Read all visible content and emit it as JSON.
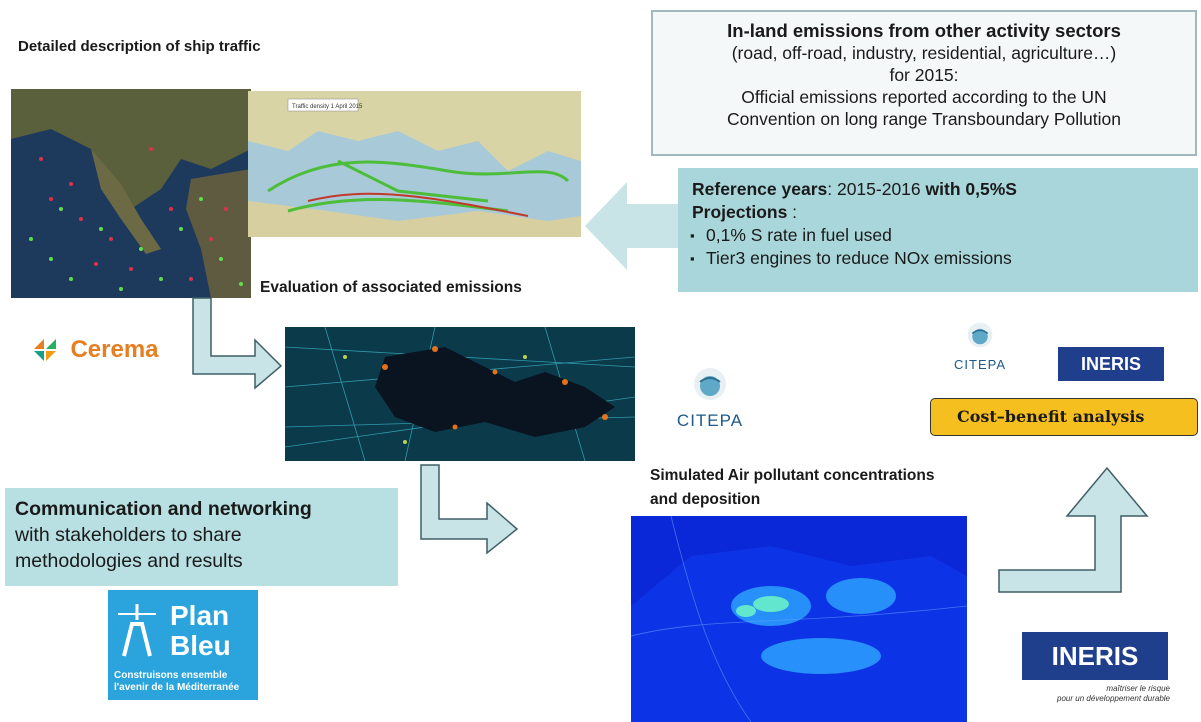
{
  "headings": {
    "ship_traffic": "Detailed description of ship traffic",
    "emissions": "Evaluation of associated emissions",
    "simulated": "Simulated Air pollutant concentrations",
    "simulated2": "and deposition"
  },
  "inland": {
    "title": "In-land emissions from other activity sectors",
    "line2": "(road, off-road, industry, residential, agriculture…)",
    "line3": "for 2015:",
    "line4": "Official emissions reported according to the UN",
    "line5": "Convention on long range Transboundary Pollution"
  },
  "reference": {
    "label_bold": "Reference years",
    "label_rest": ": 2015-2016 ",
    "with_bold": "with 0,5%S",
    "projections": "Projections",
    "projections_rest": " :",
    "bullets": [
      "0,1% S rate in fuel used",
      "Tier3 engines to reduce  NOx emissions"
    ]
  },
  "communication": {
    "title": "Communication and networking",
    "line2": "with stakeholders to share",
    "line3": "methodologies and results"
  },
  "cost_benefit": "Cost–benefit analysis",
  "logos": {
    "cerema": "Cerema",
    "citepa": "CITEPA",
    "ineris": "INERIS",
    "ineris_tag1": "maîtriser le risque",
    "ineris_tag2": "pour un développement durable",
    "planbleu1": "Plan",
    "planbleu2": "Bleu",
    "planbleu_tag1": "Construisons ensemble",
    "planbleu_tag2": "l'avenir de la Méditerranée"
  },
  "map_label": "Traffic density 1 April 2015",
  "colors": {
    "arrow_fill": "#c9e4e6",
    "arrow_stroke": "#3f5e66",
    "box_teal": "#a9d6da",
    "cost_yellow": "#f5bf1f",
    "ineris_blue": "#1f3e8c"
  }
}
